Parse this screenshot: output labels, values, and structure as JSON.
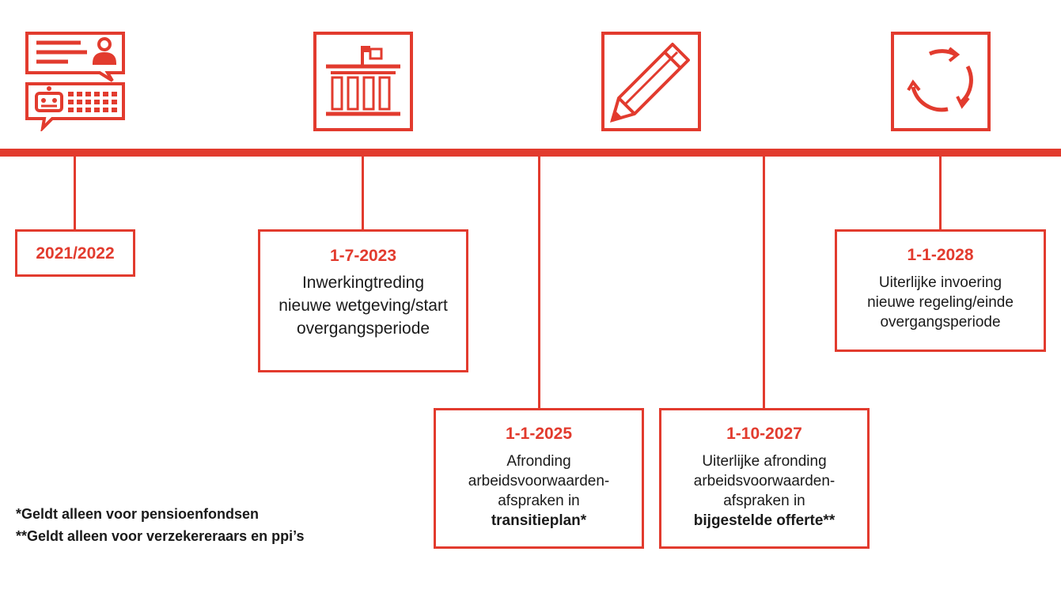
{
  "milestones": [
    {
      "date": "2021/2022",
      "icon": "chat-bot-icon"
    },
    {
      "date": "1-7-2023",
      "icon": "parliament-building-icon",
      "lines": [
        "Inwerkingtreding",
        "nieuwe wetgeving/start",
        "overgangsperiode"
      ]
    },
    {
      "date": "1-1-2025",
      "icon": "pencil-icon",
      "lines": [
        "Afronding",
        "arbeidsvoorwaarden-",
        "afspraken in"
      ],
      "bold_line": "transitieplan*"
    },
    {
      "date": "1-10-2027",
      "lines": [
        "Uiterlijke afronding",
        "arbeidsvoorwaarden-",
        "afspraken in"
      ],
      "bold_line": "bijgestelde offerte**"
    },
    {
      "date": "1-1-2028",
      "icon": "refresh-cycle-icon",
      "lines": [
        "Uiterlijke invoering",
        "nieuwe regeling/einde",
        "overgangsperiode"
      ]
    }
  ],
  "footnotes": [
    "*Geldt alleen voor pensioenfondsen",
    "**Geldt alleen voor verzekereraars en ppi’s"
  ],
  "colors": {
    "accent": "#e23b2e",
    "text": "#1a1a1a"
  }
}
